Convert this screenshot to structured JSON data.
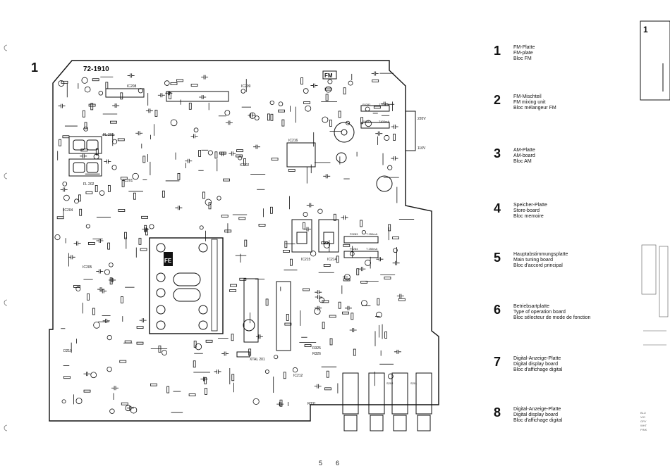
{
  "section_number": "1",
  "side_section_number": "1",
  "board_code": "72-1910",
  "board_tag": "FM",
  "fe_tag": "FE",
  "components": {
    "fl201": "FL 201",
    "fl202": "FL 202",
    "fuse_f0282": "F0282",
    "fuse_t315": "T315mA",
    "fuse_f0281": "F0281",
    "fuse_t400": "T400mA",
    "fuse_f0283": "F0283",
    "fuse_t250a": "T 250mA",
    "fuse_f0284": "F0284",
    "fuse_t250b": "T 250mA",
    "v220": "220V",
    "v110": "110V",
    "xtal": "XTAL 201",
    "ic201": "IC201",
    "ic205": "IC205",
    "ic204": "IC204",
    "ic208": "IC208",
    "ic209": "IC209",
    "ic212": "IC212",
    "ic215": "IC215",
    "ic214": "IC214",
    "ic216": "IC216",
    "ic202": "IC202",
    "r331": "R331",
    "r325": "R325",
    "r326": "R326",
    "s201": "S201",
    "s202": "S202",
    "d210": "D210"
  },
  "legend": [
    {
      "num": "1",
      "lines": [
        "FM-Platte",
        "FM-plate",
        "Bloc FM"
      ]
    },
    {
      "num": "2",
      "lines": [
        "FM-Mischteil",
        "FM mixing unit",
        "Bloc mélangeur FM"
      ]
    },
    {
      "num": "3",
      "lines": [
        "AM-Platte",
        "AM-board",
        "Bloc AM"
      ]
    },
    {
      "num": "4",
      "lines": [
        "Speicher-Platte",
        "Store-board",
        "Bloc memoire"
      ]
    },
    {
      "num": "5",
      "lines": [
        "Hauptabstimmungsplatte",
        "Main tuning board",
        "Bloc d'accord principal"
      ]
    },
    {
      "num": "6",
      "lines": [
        "Betriebsartplatte",
        "Type of operation board",
        "Bloc sélecteur de mode de fonction"
      ]
    },
    {
      "num": "7",
      "lines": [
        "Digital-Anzeige-Platte",
        "Digital display board",
        "Bloc d'affichage digital"
      ]
    },
    {
      "num": "8",
      "lines": [
        "Digital-Anzeige-Platte",
        "Digital display board",
        "Bloc d'affichage digital"
      ]
    }
  ],
  "page_numbers": {
    "left": "5",
    "right": "6"
  },
  "side_labels": [
    "BLU",
    "VIO",
    "GRY",
    "WHT",
    "PINK"
  ]
}
